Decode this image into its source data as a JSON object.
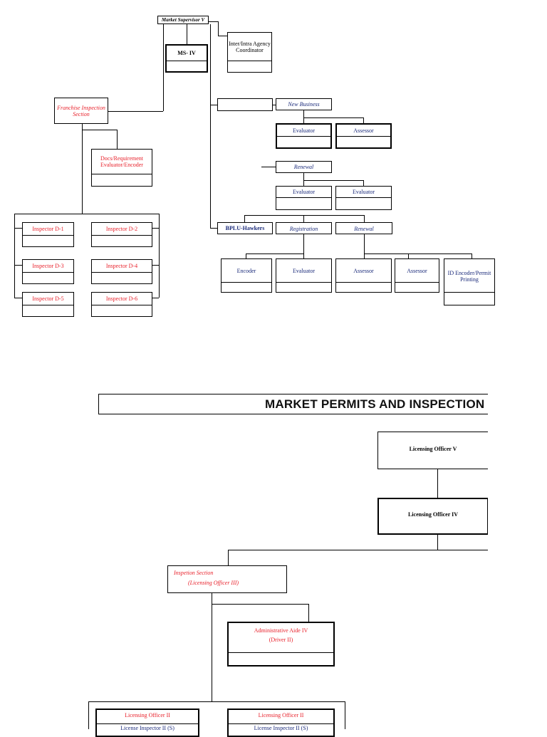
{
  "top_chart": {
    "market_supervisor": "Market Supervisor V",
    "ms_iv": "MS- IV",
    "inter_agency": "Inter/Intra Agency Coordinator",
    "franchise": "Franchise Inspection Section",
    "docs": "Docs/Requirement Evaluator/Encoder",
    "inspectors": [
      "Inspector D-1",
      "Inspector D-2",
      "Inspector D-3",
      "Inspector D-4",
      "Inspector D-5",
      "Inspector D-6"
    ],
    "new_business": "New Business",
    "evaluator": "Evaluator",
    "assessor": "Assessor",
    "renewal": "Renewal",
    "bplu_hawkers": "BPLU-Hawkers",
    "registration": "Registration",
    "encoder": "Encoder",
    "id_encoder": "ID Encoder/Permit Printing"
  },
  "bottom_chart": {
    "title": "MARKET PERMITS AND INSPECTION",
    "licensing_officer_v": "Licensing Officer V",
    "licensing_officer_iv": "Licensing Officer IV",
    "inspection_section": "Inspetion Section",
    "inspection_section_sub": "(Licensing Officer III)",
    "admin_aide": "Administrative Aide IV",
    "admin_aide_sub": "(Driver II)",
    "licensing_officer_ii": "Licensing Officer II",
    "license_inspector": "License Inspector II (S)"
  }
}
